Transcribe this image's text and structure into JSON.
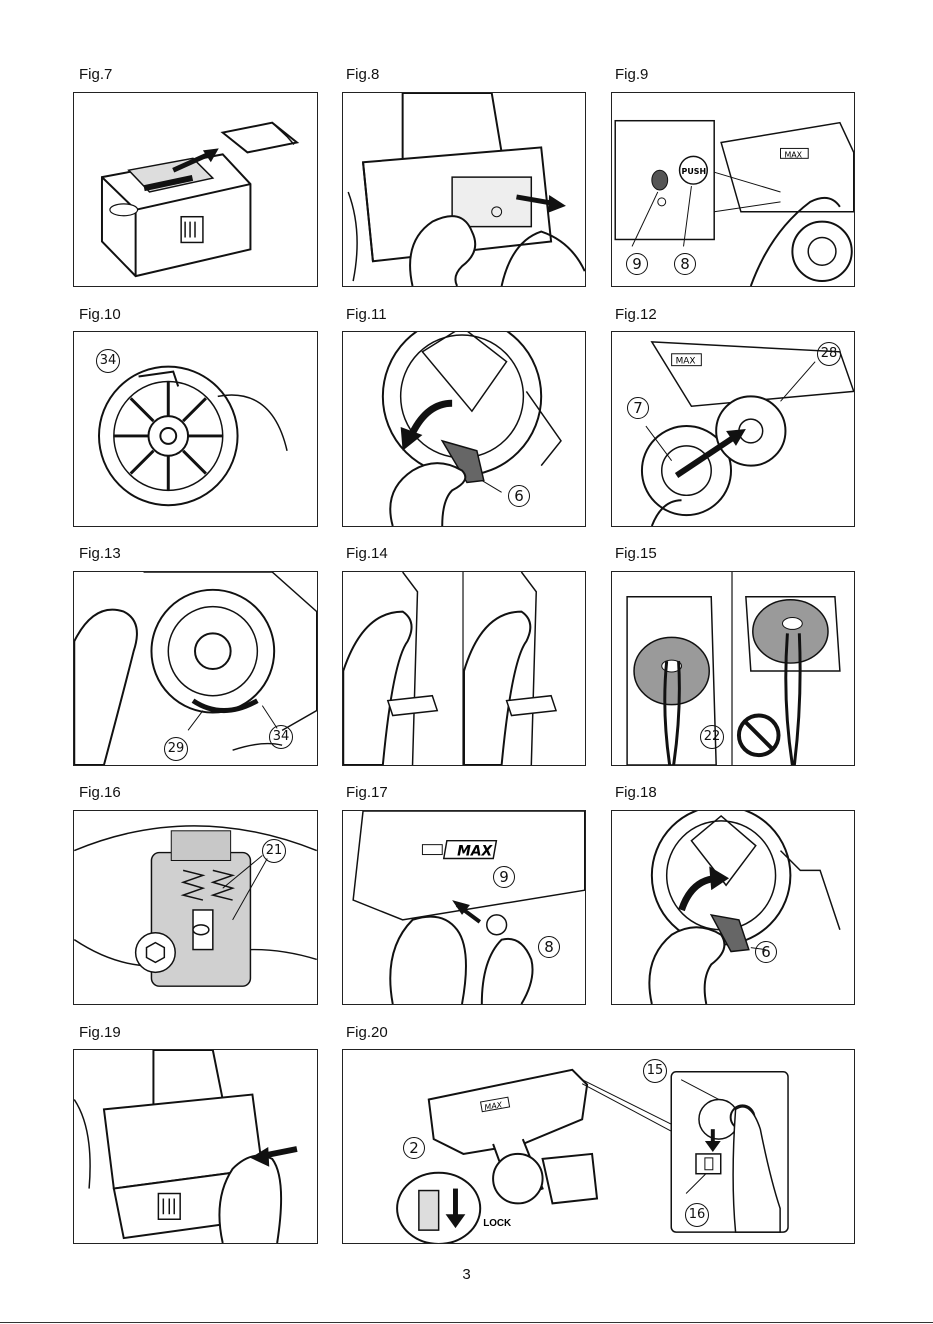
{
  "figures": [
    {
      "label": "Fig.7",
      "callouts": []
    },
    {
      "label": "Fig.8",
      "callouts": []
    },
    {
      "label": "Fig.9",
      "callouts": [
        "9",
        "8"
      ],
      "texts": [
        "PUSH",
        "MAX"
      ]
    },
    {
      "label": "Fig.10",
      "callouts": [
        "34"
      ]
    },
    {
      "label": "Fig.11",
      "callouts": [
        "6"
      ]
    },
    {
      "label": "Fig.12",
      "callouts": [
        "7",
        "28"
      ],
      "texts": [
        "MAX"
      ]
    },
    {
      "label": "Fig.13",
      "callouts": [
        "29",
        "34"
      ]
    },
    {
      "label": "Fig.14",
      "callouts": []
    },
    {
      "label": "Fig.15",
      "callouts": [
        "22"
      ]
    },
    {
      "label": "Fig.16",
      "callouts": [
        "21"
      ]
    },
    {
      "label": "Fig.17",
      "callouts": [
        "9",
        "8"
      ],
      "texts": [
        "MAX"
      ]
    },
    {
      "label": "Fig.18",
      "callouts": [
        "6"
      ]
    },
    {
      "label": "Fig.19",
      "callouts": []
    },
    {
      "label": "Fig.20",
      "callouts": [
        "2",
        "15",
        "16"
      ],
      "texts": [
        "LOCK",
        "MAX"
      ]
    }
  ],
  "page_number": "3",
  "icons": {
    "arrow": "arrow-icon",
    "prohibited": "prohibited-icon",
    "battery": "battery-icon",
    "reel": "wire-reel-icon",
    "hand": "hand-icon",
    "lock": "lock-lever-icon"
  },
  "colors": {
    "ink": "#111111",
    "paper": "#ffffff",
    "gray": "#9a9a9a"
  }
}
